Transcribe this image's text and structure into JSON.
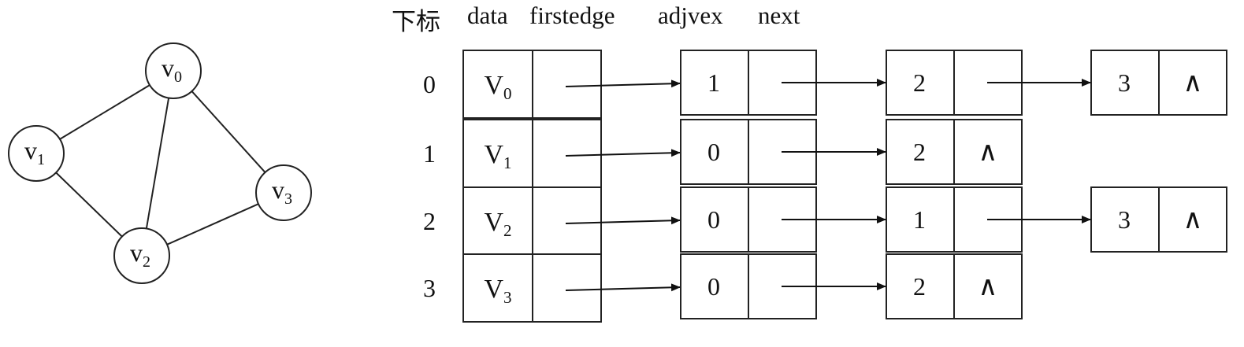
{
  "headers": {
    "index": "下标",
    "data": "data",
    "firstedge": "firstedge",
    "adjvex": "adjvex",
    "next": "next"
  },
  "graph": {
    "nodes": [
      {
        "id": 0,
        "letter": "v",
        "sub": "0"
      },
      {
        "id": 1,
        "letter": "v",
        "sub": "1"
      },
      {
        "id": 2,
        "letter": "v",
        "sub": "2"
      },
      {
        "id": 3,
        "letter": "v",
        "sub": "3"
      }
    ],
    "edges": [
      [
        0,
        1
      ],
      [
        0,
        2
      ],
      [
        0,
        3
      ],
      [
        1,
        2
      ],
      [
        2,
        3
      ]
    ]
  },
  "vertex_table": [
    {
      "index": "0",
      "letter": "V",
      "sub": "0",
      "list": [
        {
          "adjvex": "1",
          "next": ""
        },
        {
          "adjvex": "2",
          "next": ""
        },
        {
          "adjvex": "3",
          "next": "∧"
        }
      ]
    },
    {
      "index": "1",
      "letter": "V",
      "sub": "1",
      "list": [
        {
          "adjvex": "0",
          "next": ""
        },
        {
          "adjvex": "2",
          "next": "∧"
        }
      ]
    },
    {
      "index": "2",
      "letter": "V",
      "sub": "2",
      "list": [
        {
          "adjvex": "0",
          "next": ""
        },
        {
          "adjvex": "1",
          "next": ""
        },
        {
          "adjvex": "3",
          "next": "∧"
        }
      ]
    },
    {
      "index": "3",
      "letter": "V",
      "sub": "3",
      "list": [
        {
          "adjvex": "0",
          "next": ""
        },
        {
          "adjvex": "2",
          "next": "∧"
        }
      ]
    }
  ]
}
